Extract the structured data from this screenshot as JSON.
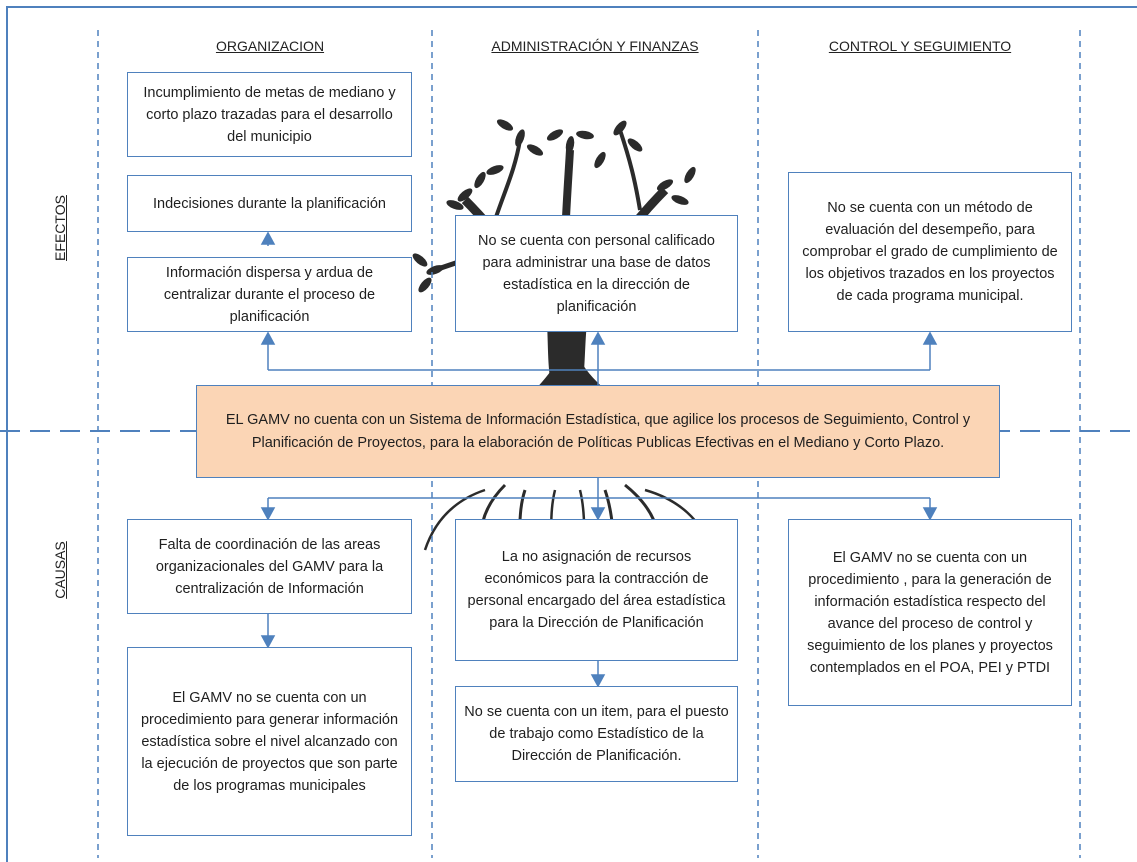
{
  "columns": {
    "organizacion": "ORGANIZACION",
    "administracion": "ADMINISTRACIÓN Y FINANZAS",
    "control": "CONTROL Y SEGUIMIENTO"
  },
  "rows": {
    "efectos": "EFECTOS",
    "causas": "CAUSAS"
  },
  "effects": {
    "org_top": "Incumplimiento de metas de mediano y corto plazo trazadas para el desarrollo del municipio",
    "org_mid": "Indecisiones durante la planificación",
    "org_bottom": "Información dispersa y ardua de centralizar durante el proceso de planificación",
    "adm": "No se cuenta con personal calificado para administrar una base de datos estadística en la dirección de planificación",
    "ctrl": "No se cuenta con un método de evaluación  del desempeño, para comprobar el grado de cumplimiento de los objetivos trazados en los proyectos de cada programa municipal."
  },
  "central_problem": "EL GAMV no cuenta con un Sistema de Información Estadística, que agilice los procesos de Seguimiento, Control y Planificación  de Proyectos, para la elaboración de Políticas Publicas Efectivas en el Mediano y Corto Plazo.",
  "causes": {
    "org_top": "Falta de coordinación de las areas organizacionales del GAMV para la centralización de Información",
    "org_bottom": "El GAMV no se cuenta con un procedimiento para generar información estadística sobre el nivel alcanzado con la ejecución de proyectos que son parte de los programas municipales",
    "adm_top": "La no asignación de recursos económicos para la contracción de personal encargado del área estadística para la Dirección de Planificación",
    "adm_bottom": "No se cuenta con un item, para el puesto de trabajo como Estadístico de la Dirección de Planificación.",
    "ctrl": "El GAMV no se cuenta con un procedimiento , para la generación de información estadística respecto del avance del  proceso de control y seguimiento de los planes y proyectos  contemplados en el POA, PEI y PTDI"
  },
  "colors": {
    "line": "#4f81bd",
    "central_fill": "#fbd5b5",
    "tree": "#2b2b2b"
  }
}
